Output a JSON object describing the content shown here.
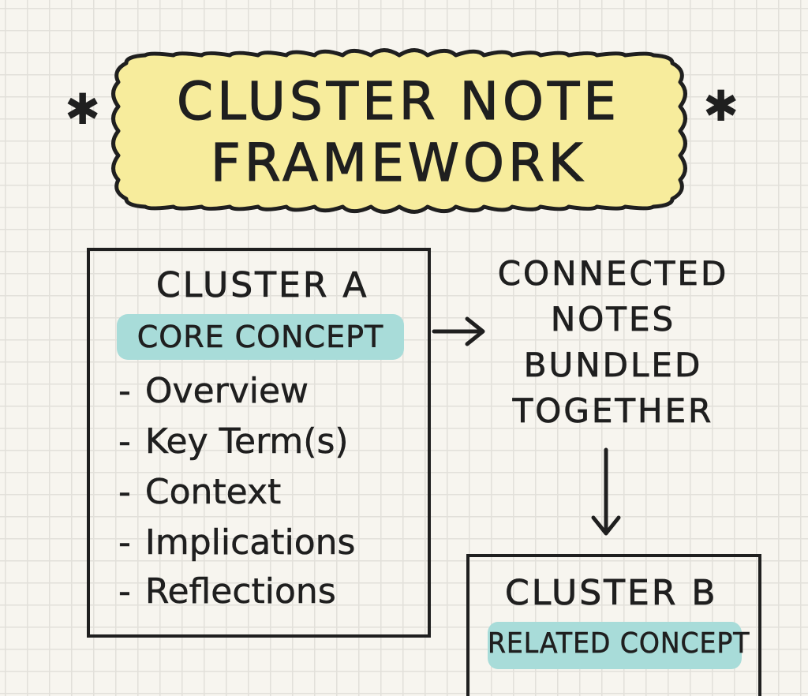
{
  "title": {
    "line1": "CLUSTER NOTE",
    "line2": "FRAMEWORK",
    "fill_color": "#f7ec9c",
    "decoration_icon": "asterisk-icon"
  },
  "cluster_a": {
    "title": "CLUSTER A",
    "tag": "CORE CONCEPT",
    "items": [
      "Overview",
      "Key Term(s)",
      "Context",
      "Implications",
      "Reflections"
    ],
    "bullet": "-"
  },
  "connector_text": [
    "CONNECTED",
    "NOTES",
    "BUNDLED",
    "TOGETHER"
  ],
  "cluster_b": {
    "title": "CLUSTER B",
    "tag": "RELATED CONCEPT"
  },
  "colors": {
    "ink": "#1f1f1f",
    "tag": "#a8dcd9",
    "paper": "#f7f5ef",
    "grid": "#e2e0da"
  }
}
